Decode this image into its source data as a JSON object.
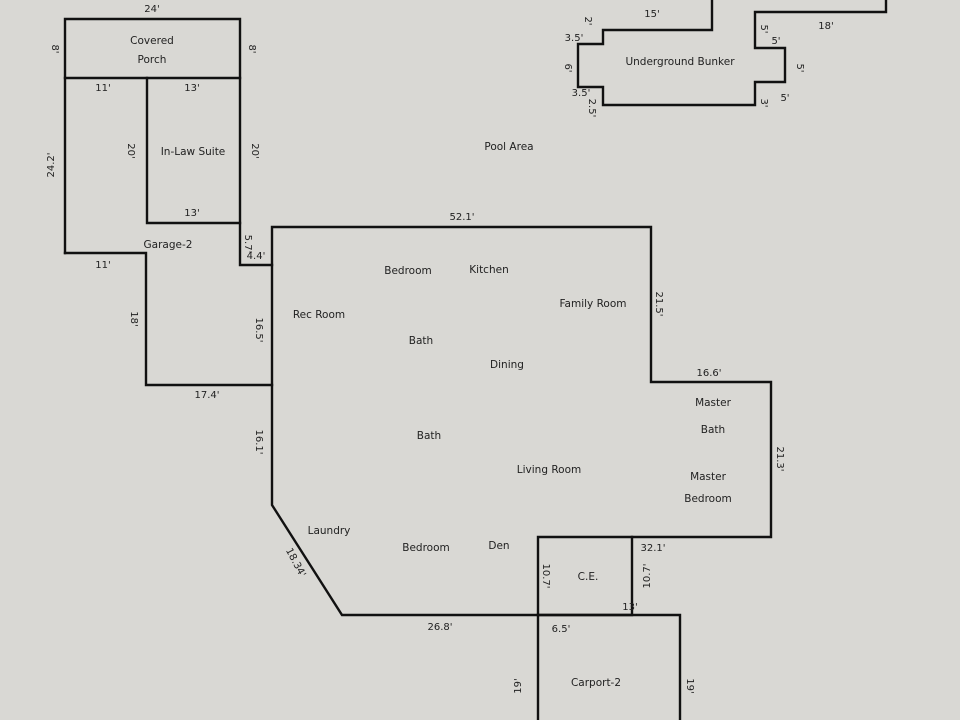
{
  "rooms": {
    "covered_porch_1": "Covered",
    "covered_porch_2": "Porch",
    "in_law_suite": "In-Law Suite",
    "garage": "Garage-2",
    "pool_area": "Pool Area",
    "underground_bunker": "Underground Bunker",
    "rec_room": "Rec Room",
    "bedroom_1": "Bedroom",
    "kitchen": "Kitchen",
    "family_room": "Family Room",
    "bath_1": "Bath",
    "dining": "Dining",
    "bath_2": "Bath",
    "living_room": "Living Room",
    "master_bath_1": "Master",
    "master_bath_2": "Bath",
    "master_bedroom_1": "Master",
    "master_bedroom_2": "Bedroom",
    "laundry": "Laundry",
    "bedroom_2": "Bedroom",
    "den": "Den",
    "ce": "C.E.",
    "carport": "Carport-2"
  },
  "dimensions": {
    "porch_top": "24'",
    "porch_left": "8'",
    "porch_right": "8'",
    "garage_top": "11'",
    "inlaw_top": "13'",
    "inlaw_left": "20'",
    "inlaw_right": "20'",
    "inlaw_bottom": "13'",
    "garage_left": "24.2'",
    "garage_mid": "11'",
    "garage_lower": "18'",
    "garage_bottom": "17.4'",
    "step_v": "5.7'",
    "step_h": "4.4'",
    "main_top": "52.1'",
    "rec_left": "16.5'",
    "left_lower": "16.1'",
    "diag": "18.34'",
    "main_bottom": "26.8'",
    "family_right": "21.5'",
    "master_top": "16.6'",
    "master_right": "21.3'",
    "ce_top_right": "32.1'",
    "ce_left": "10.7'",
    "ce_right": "10.7'",
    "ce_bottom": "13'",
    "carport_top": "6.5'",
    "carport_left": "19'",
    "carport_right": "19'",
    "bunker_top": "15'",
    "bunker_2": "2'",
    "bunker_35a": "3.5'",
    "bunker_6": "6'",
    "bunker_35b": "3.5'",
    "bunker_25": "2.5'",
    "bunker_3": "3'",
    "bunker_5a": "5'",
    "bunker_5b": "5'",
    "bunker_5c": "5'",
    "bunker_5d": "5'",
    "bunker_18": "18'"
  }
}
